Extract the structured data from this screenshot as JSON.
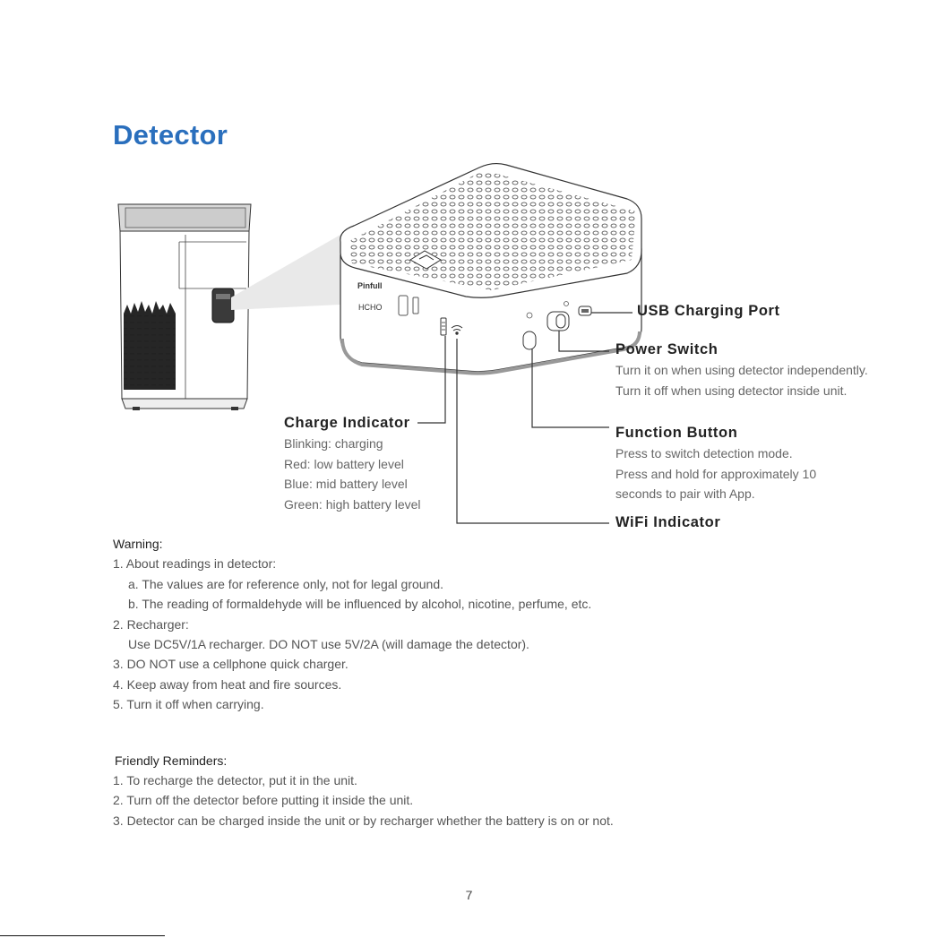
{
  "title": "Detector",
  "device": {
    "brand": "Pinfull",
    "hcho": "HCHO"
  },
  "callouts": {
    "usb": {
      "title": "USB Charging Port"
    },
    "power": {
      "title": "Power Switch",
      "lines": [
        "Turn it on when using detector independently.",
        "Turn it off when using detector inside unit."
      ]
    },
    "charge": {
      "title": "Charge Indicator",
      "lines": [
        "Blinking: charging",
        "Red: low battery level",
        "Blue: mid battery level",
        "Green: high battery level"
      ]
    },
    "function": {
      "title": "Function Button",
      "lines": [
        "Press to switch detection mode.",
        "Press and hold for approximately 10",
        "seconds to pair with App."
      ]
    },
    "wifi": {
      "title": "WiFi Indicator"
    }
  },
  "warning": {
    "heading": "Warning:",
    "lines": [
      "1. About readings in detector:",
      "a. The values are for reference only, not for legal ground.",
      "b. The reading of formaldehyde will be influenced by alcohol, nicotine, perfume, etc.",
      "2. Recharger:",
      "Use DC5V/1A recharger. DO NOT use 5V/2A (will damage the detector).",
      "3. DO NOT use a cellphone quick charger.",
      "4. Keep away from heat and fire sources.",
      "5. Turn it off when carrying."
    ]
  },
  "reminders": {
    "heading": "Friendly Reminders:",
    "lines": [
      "1. To recharge the detector, put it in the unit.",
      "2. Turn off the detector before putting it inside the unit.",
      "3. Detector can be charged inside the unit or by recharger whether the battery is on or not."
    ]
  },
  "page_number": "7"
}
